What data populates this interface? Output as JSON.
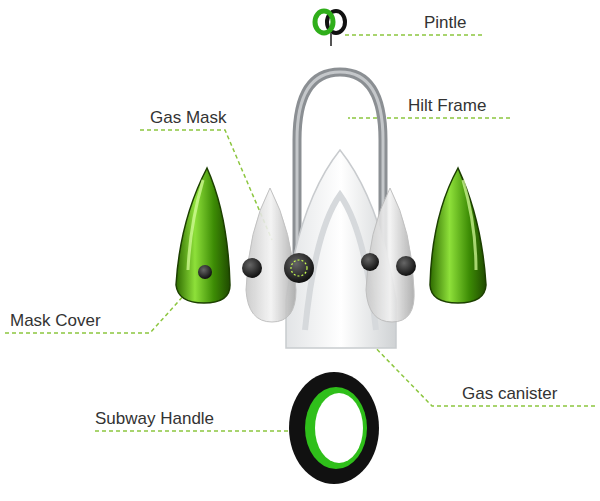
{
  "diagram": {
    "labels": [
      "Pintle",
      "Hilt Frame",
      "Gas Mask",
      "Mask Cover",
      "Gas canister",
      "Subway Handle"
    ]
  }
}
